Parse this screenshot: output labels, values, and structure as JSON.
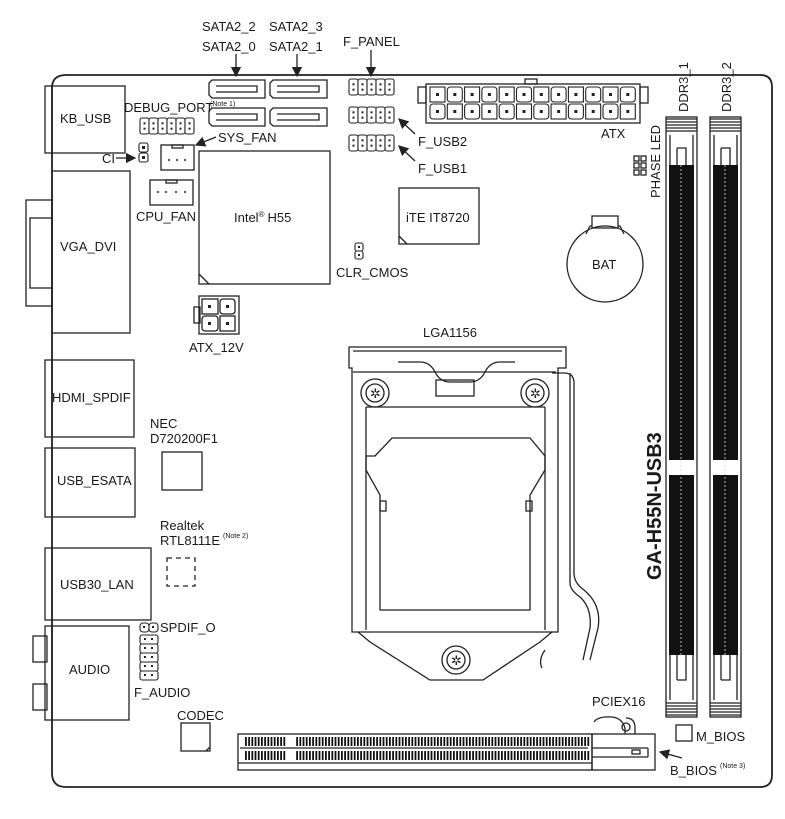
{
  "board": {
    "model": "GA-H55N-USB3"
  },
  "rear_io": {
    "kb_usb": "KB_USB",
    "vga_dvi": "VGA_DVI",
    "hdmi_spdif": "HDMI_SPDIF",
    "usb_esata": "USB_ESATA",
    "usb30_lan": "USB30_LAN",
    "audio": "AUDIO"
  },
  "headers": {
    "debug_port": "DEBUG_PORT",
    "debug_port_note": "(Note 1)",
    "ci": "CI",
    "sys_fan": "SYS_FAN",
    "cpu_fan": "CPU_FAN",
    "atx_12v": "ATX_12V",
    "f_panel": "F_PANEL",
    "f_usb2": "F_USB2",
    "f_usb1": "F_USB1",
    "atx": "ATX",
    "phase_led": "PHASE LED",
    "clr_cmos": "CLR_CMOS",
    "spdif_o": "SPDIF_O",
    "f_audio": "F_AUDIO"
  },
  "sata": {
    "sata2_2": "SATA2_2",
    "sata2_0": "SATA2_0",
    "sata2_3": "SATA2_3",
    "sata2_1": "SATA2_1"
  },
  "chips": {
    "chipset_name": "Intel",
    "chipset_reg": "®",
    "chipset_model": "H55",
    "superio": "iTE IT8720",
    "usb3_line1": "NEC",
    "usb3_line2": "D720200F1",
    "lan_line1": "Realtek",
    "lan_line2": "RTL8111E",
    "lan_note": "(Note 2)",
    "codec": "CODEC"
  },
  "cpu": {
    "socket": "LGA1156"
  },
  "memory": {
    "slot1": "DDR3_1",
    "slot2": "DDR3_2"
  },
  "misc": {
    "battery": "BAT",
    "pciex16": "PCIEX16",
    "m_bios": "M_BIOS",
    "b_bios": "B_BIOS",
    "b_bios_note": "(Note 3)"
  }
}
